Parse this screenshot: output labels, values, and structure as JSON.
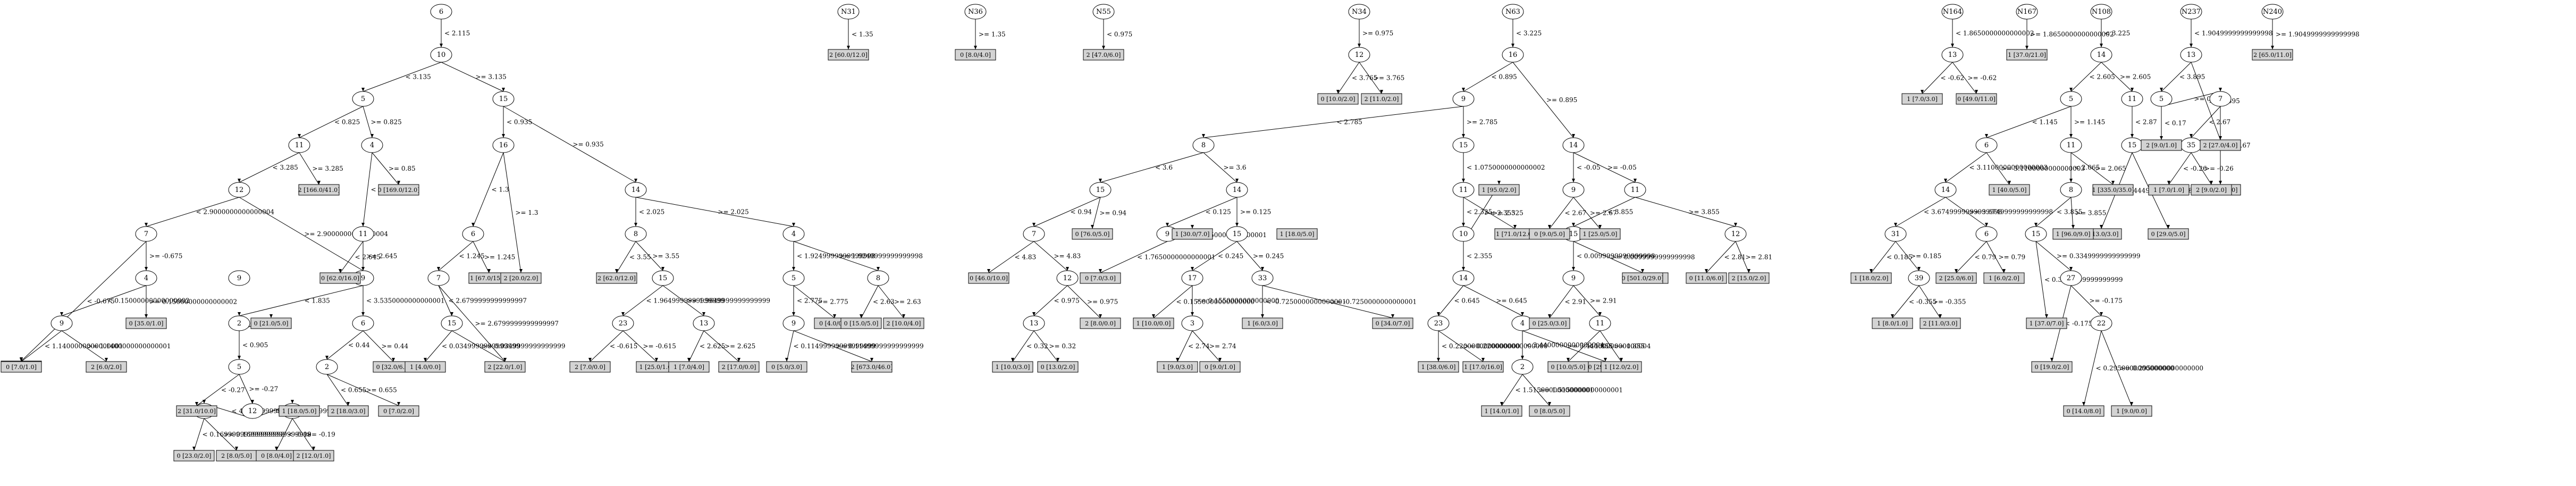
{
  "nodes": {
    "n6": "6",
    "n10": "10",
    "n5": "5",
    "n15a": "15",
    "n11a": "11",
    "n4a": "4",
    "n16a": "16",
    "n14a": "14",
    "n12a": "12",
    "n11b": "11",
    "n6a": "6",
    "n8a": "8",
    "n4b": "4",
    "n7a": "7",
    "n9a": "9",
    "n9b": "9",
    "n7b": "7",
    "n15b": "15",
    "n23a": "23",
    "n13a": "13",
    "n5b": "5",
    "n8b": "8",
    "n4c": "4",
    "n2a": "2",
    "n6b": "6",
    "n9c": "9",
    "n5c": "5",
    "n2b": "2",
    "n12b": "12",
    "n35a": "35",
    "n30a": "30",
    "n12c": "12",
    "n16b": "16",
    "n9d": "9",
    "n14b": "14",
    "n8c": "8",
    "n15c": "15",
    "n15d": "15",
    "n14c": "14",
    "n7c": "7",
    "n12d": "12",
    "n13b": "13",
    "n9e": "9",
    "n15e": "15",
    "n17a": "17",
    "n33a": "33",
    "n3a": "3",
    "n11c": "11",
    "n10b": "10",
    "n14d": "14",
    "n23b": "23",
    "n4d": "4",
    "n2c": "2",
    "n9f": "9",
    "n11d": "11",
    "n12e": "12",
    "n15f": "15",
    "n9g": "9",
    "n11e": "11",
    "n13c": "13",
    "n14e": "14",
    "n5d": "5",
    "n11f": "11",
    "n6c": "6",
    "n11g": "11",
    "n15g": "15",
    "n14f": "14",
    "n8d": "8",
    "n31a": "31",
    "n39a": "39",
    "n15h": "15",
    "n27a": "27",
    "n22a": "22",
    "n0a": "6",
    "n13d": "13",
    "n5e": "5",
    "n7d": "7",
    "n35b": "35",
    "N31": "N31",
    "N36": "N36",
    "N55": "N55",
    "N34": "N34",
    "N63": "N63",
    "N164": "N164",
    "N167": "N167",
    "N108": "N108",
    "N237": "N237",
    "N240": "N240"
  },
  "edges": {
    "e1": "< 2.115",
    "e2": "< 3.135",
    "e3": ">= 3.135",
    "e4": "< 0.825",
    "e5": ">= 0.825",
    "e6": "< 3.285",
    "e7": ">= 3.285",
    "e8": "< 0.85",
    "e9": ">= 0.85",
    "e10": "< 0.935",
    "e11": ">= 0.935",
    "e12": "< 2.9000000000000004",
    "e13": ">= 2.9000000000000004",
    "e14": "< 2.645",
    "e15": ">= 2.645",
    "e16": "< 1.3",
    "e17": ">= 1.3",
    "e18": "< 2.025",
    "e19": ">= 2.025",
    "e20": "< -0.675",
    "e21": ">= -0.675",
    "e22": "< 1.835",
    "e23": "< 1.245",
    "e24": ">= 1.245",
    "e25": "< 3.55",
    "e26": ">= 3.55",
    "e27": "< 1.9249999999999998",
    "e28": ">= 1.9249999999999998",
    "e29": "< 0.15000000000000002",
    "e30": ">= 0.15000000000000002",
    "e31": "< 0.905",
    "e32": ">= 0.905",
    "e33": "< 3.5350000000000001",
    "e34": "< 2.6799999999999997",
    "e35": ">= 2.6799999999999997",
    "e36": "< 1.9649999999999999",
    "e37": ">= 1.9649999999999999",
    "e38": "< 2.775",
    "e39": ">= 2.775",
    "e40": "< 2.63",
    "e41": ">= 2.63",
    "e42": "< 1.1400000000000001",
    "e43": ">= 1.1400000000000001",
    "e44": "< -0.27",
    "e45": ">= -0.27",
    "e46": "< 0.44",
    "e47": ">= 0.44",
    "e48": "< 0.0349999999999999",
    "e49": ">= 0.0349999999999999",
    "e50": "< -0.615",
    "e51": ">= -0.615",
    "e52": "< 2.625",
    "e53": ">= 2.625",
    "e54": "< 0.11499999999999999",
    "e55": ">= 0.11499999999999999",
    "e56": "< 0.655",
    "e57": ">= 0.655",
    "e58": "< 4.3149999999999995",
    "e59": ">= 4.3149999999999995",
    "e60": "< 0.16999999999999998",
    "e61": ">= 0.16999999999999998",
    "e62": "< -0.19",
    "e63": ">= -0.19",
    "e64": "< 1.35",
    "e65": ">= 1.35",
    "e66": "< 0.975",
    "e67": ">= 0.975",
    "e68": "< 3.765",
    "e69": ">= 3.765",
    "e70": "< 3.225",
    "e71": "< 0.895",
    "e72": ">= 0.895",
    "e73": "< 2.785",
    "e74": ">= 2.785",
    "e75": "< -0.05",
    "e76": ">= -0.05",
    "e77": "< 3.6",
    "e78": ">= 3.6",
    "e79": "< 2.67",
    "e80": ">= 2.67",
    "e81": "< 3.855",
    "e82": ">= 3.855",
    "e83": "< 0.94",
    "e84": ">= 0.94",
    "e85": "< 0.125",
    "e86": ">= 0.125",
    "e87": "< 1.0750000000000002",
    "e88": "< 0.0099999999999998",
    "e89": ">= 0.0099999999999998",
    "e90": "< 2.81",
    "e91": ">= 2.81",
    "e92": "< 4.83",
    "e93": ">= 4.83",
    "e94": "< 1.7650000000000001",
    "e95": ">= 1.7650000000000001",
    "e96": "< 0.245",
    "e97": ">= 0.245",
    "e98": "< 2.325",
    "e99": ">= 2.325",
    "e100": "< 2.91",
    "e101": ">= 2.91",
    "e102": "< 0.975",
    "e103": ">= 0.975",
    "e104": "< 0.1550000000000000",
    "e105": ">= 0.1550000000000000",
    "e106": "< -0.7250000000000001",
    "e107": ">= -0.7250000000000001",
    "e108": "< 2.355",
    "e109": ">= 2.355",
    "e110": "< 1.855",
    "e111": ">= 1.855",
    "e112": "< 0.32",
    "e113": ">= 0.32",
    "e114": "< 2.74",
    "e115": ">= 2.74",
    "e116": "< 0.645",
    "e117": ">= 0.645",
    "e118": "< 0.2200000000000000",
    "e119": ">= 0.2200000000000000",
    "e120": "< 3.4400000000000004",
    "e121": ">= 3.4400000000000004",
    "e122": "< 1.5150000000000001",
    "e123": ">= 1.5150000000000001",
    "e124": "< 1.8650000000000002",
    "e125": ">= 1.8650000000000002",
    "e126": "< 3.225",
    "e127": "< -0.62",
    "e128": ">= -0.62",
    "e129": "< 2.605",
    "e130": ">= 2.605",
    "e131": "< 1.145",
    "e132": ">= 1.145",
    "e133": "< 2.87",
    "e134": "< 3.1100000000000003",
    "e135": ">= 3.1100000000000003",
    "e136": "< 2.065",
    "e137": ">= 2.065",
    "e138": "< 3.4449999999999998",
    "e139": ">= 3.4449999999999998",
    "e140": "< 3.6749999999999998",
    "e141": ">= 3.6749999999999998",
    "e142": "< 0.79",
    "e143": ">= 0.79",
    "e144": "< 3.855",
    "e145": ">= 3.855",
    "e146": "< 0.185",
    "e147": ">= 0.185",
    "e148": "< 0.3349999999999999",
    "e149": ">= 0.3349999999999999",
    "e150": "< -0.355",
    "e151": ">= -0.355",
    "e152": "< -0.175",
    "e153": ">= -0.175",
    "e154": "< 0.2950000000000000",
    "e155": ">= 0.2950000000000000",
    "e156": "< 1.9049999999999998",
    "e157": ">= 1.9049999999999998",
    "e158": "< 3.895",
    "e159": ">= 3.895",
    "e160": "< 0.17",
    "e161": ">= 0.17",
    "e162": "< 2.67",
    "e163": ">= 2.67",
    "e164": "< -0.26",
    "e165": ">= -0.26"
  },
  "leaves": {
    "l1": "2 [7.0/1.0]",
    "l2": "2 [166.0/41.0]",
    "l3": "0 [169.0/12.0]",
    "l4": "0 [62.0/16.0]",
    "l5": "1 [67.0/15.0]",
    "l6": "2 [20.0/2.0]",
    "l7": "2 [62.0/12.0]",
    "l8": "0 [35.0/1.0]",
    "l9": "0 [21.0/5.0]",
    "l10": "0 [32.0/6.0]",
    "l11": "1 [18.0/5.0]",
    "l12": "0 [7.0/1.0]",
    "l13": "2 [6.0/2.0]",
    "l14": "2 [31.0/10.0]",
    "l15": "2 [18.0/3.0]",
    "l16": "0 [7.0/2.0]",
    "l17": "1 [4.0/0.0]",
    "l18": "2 [22.0/1.0]",
    "l19": "2 [7.0/0.0]",
    "l20": "1 [25.0/1.0]",
    "l21": "1 [7.0/4.0]",
    "l22": "2 [17.0/0.0]",
    "l23": "0 [5.0/3.0]",
    "l24": "0 [4.0/0.0]",
    "l25": "0 [15.0/5.0]",
    "l26": "2 [10.0/4.0]",
    "l27": "2 [673.0/46.0]",
    "l28": "0 [23.0/2.0]",
    "l29": "2 [8.0/5.0]",
    "l30": "0 [8.0/4.0]",
    "l31": "2 [12.0/1.0]",
    "l32": "2 [60.0/12.0]",
    "l33": "0 [8.0/4.0]",
    "l34": "2 [47.0/6.0]",
    "l35": "0 [10.0/2.0]",
    "l36": "2 [11.0/2.0]",
    "l37": "0 [46.0/10.0]",
    "l38": "0 [76.0/5.0]",
    "l39": "0 [7.0/3.0]",
    "l40": "1 [30.0/7.0]",
    "l41": "2 [8.0/0.0]",
    "l42": "1 [10.0/3.0]",
    "l43": "0 [13.0/2.0]",
    "l44": "1 [10.0/0.0]",
    "l45": "1 [9.0/3.0]",
    "l46": "0 [9.0/1.0]",
    "l47": "1 [6.0/3.0]",
    "l48": "1 [18.0/5.0]",
    "l49": "0 [34.0/7.0]",
    "l50": "1 [38.0/6.0]",
    "l51": "1 [17.0/16.0]",
    "l52": "1 [71.0/12.0]",
    "l53": "1 [95.0/2.0]",
    "l54": "1 [14.0/1.0]",
    "l55": "0 [8.0/5.0]",
    "l56": "0 [29.0/6.0]",
    "l57": "0 [9.0/5.0]",
    "l58": "1 [25.0/5.0]",
    "l59": "0 [25.0/3.0]",
    "l60": "1 [6.0/2.0]",
    "l61": "0 [10.0/5.0]",
    "l62": "1 [12.0/2.0]",
    "l63": "0 [501.0/29.0]",
    "l64": "0 [11.0/6.0]",
    "l65": "2 [15.0/2.0]",
    "l66": "1 [7.0/3.0]",
    "l67": "0 [49.0/11.0]",
    "l68": "1 [37.0/21.0]",
    "l69": "1 [40.0/5.0]",
    "l70": "1 [335.0/35.0]",
    "l71": "1 [13.0/3.0]",
    "l72": "0 [29.0/5.0]",
    "l73": "1 [18.0/2.0]",
    "l74": "2 [25.0/6.0]",
    "l75": "1 [6.0/2.0]",
    "l76": "1 [96.0/9.0]",
    "l77": "1 [37.0/7.0]",
    "l78": "1 [8.0/1.0]",
    "l79": "2 [11.0/3.0]",
    "l80": "0 [19.0/2.0]",
    "l81": "0 [14.0/8.0]",
    "l82": "1 [9.0/0.0]",
    "l83": "2 [9.0/1.0]",
    "l84": "2 [27.0/4.0]",
    "l85": "1 [39.0/4.0]",
    "l86": "1 [7.0/1.0]",
    "l87": "2 [9.0/2.0]",
    "l88": "2 [65.0/11.0]"
  }
}
